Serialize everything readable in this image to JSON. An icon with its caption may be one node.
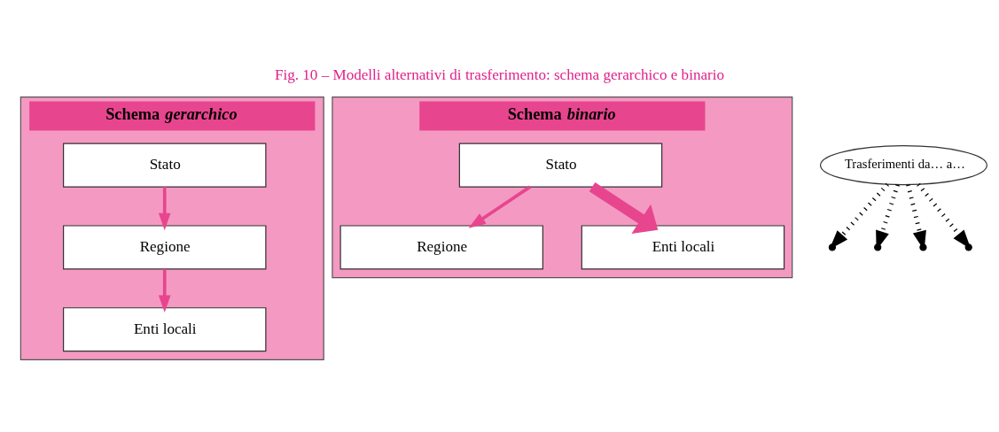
{
  "diagram": {
    "title": "Fig. 10 – Modelli alternativi di trasferimento: schema gerarchico e binario",
    "nodes": [
      {
        "text": [
          "Schema *gerarchico*"
        ]
      },
      {
        "text": [
          "Schema *binario*"
        ]
      },
      {
        "text": [
          "Trasferimenti da… a…"
        ]
      },
      {
        "text": [
          "Stato"
        ],
        "in": 0
      },
      {
        "text": [
          "Regione"
        ],
        "in": 0
      },
      {
        "text": [
          "Enti locali"
        ],
        "in": 0
      },
      {
        "text": [
          "Stato"
        ],
        "in": 1
      },
      {
        "text": [
          "Regione"
        ],
        "in": 1
      },
      {
        "text": [
          "Enti locali"
        ],
        "in": 1
      }
    ],
    "edges": [
      {
        "from": 3,
        "to": 4,
        "arrow": "to"
      },
      {
        "from": 4,
        "to": 5,
        "arrow": "to"
      },
      {
        "from": 2,
        "to": null,
        "arrow": "to",
        "style": "dashed",
        "color": "#000000"
      },
      {
        "from": 2,
        "to": null,
        "arrow": "to",
        "style": "dashed",
        "color": "#000000"
      },
      {
        "from": 2,
        "to": null,
        "arrow": "to",
        "style": "dashed",
        "color": "#000000"
      },
      {
        "from": 2,
        "to": null,
        "arrow": "to",
        "style": "dashed",
        "color": "#000000"
      },
      {
        "from": 6,
        "to": 7,
        "arrow": "to"
      },
      {
        "from": 6,
        "to": 8,
        "arrow": "to",
        "style": "thick"
      }
    ]
  }
}
